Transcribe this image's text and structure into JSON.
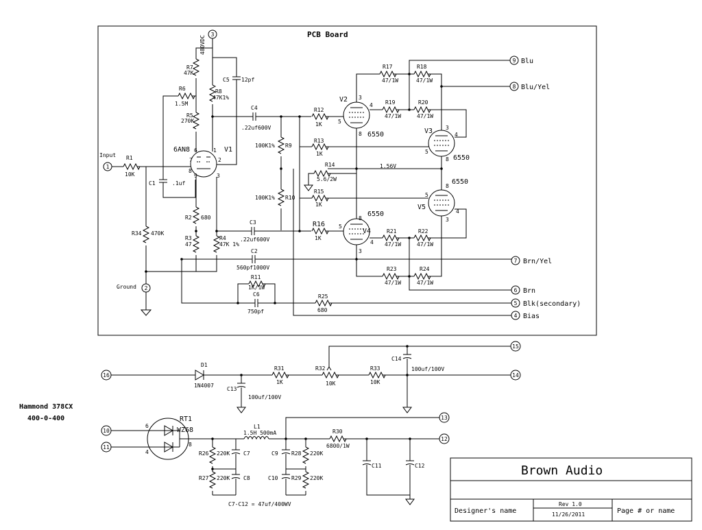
{
  "pcb_title": "PCB Board",
  "transformer": {
    "line1": "Hammond 378CX",
    "line2": "400-0-400"
  },
  "title_block": {
    "company": "Brown Audio",
    "designer": "Designer's name",
    "rev": "Rev 1.0",
    "date": "11/26/2011",
    "page": "Page # or name"
  },
  "labels": {
    "input": "Input",
    "ground": "Ground",
    "hv": "480VDC",
    "v156": "1.56V",
    "c7c12": "C7-C12 = 47uf/400WV"
  },
  "connectors": [
    {
      "num": "1",
      "label": ""
    },
    {
      "num": "2",
      "label": ""
    },
    {
      "num": "3",
      "label": ""
    },
    {
      "num": "9",
      "label": "Blu"
    },
    {
      "num": "8",
      "label": "Blu/Yel"
    },
    {
      "num": "7",
      "label": "Brn/Yel"
    },
    {
      "num": "6",
      "label": "Brn"
    },
    {
      "num": "5",
      "label": "Blk(secondary)"
    },
    {
      "num": "4",
      "label": "Bias"
    },
    {
      "num": "15",
      "label": ""
    },
    {
      "num": "16",
      "label": ""
    },
    {
      "num": "14",
      "label": ""
    },
    {
      "num": "13",
      "label": ""
    },
    {
      "num": "10",
      "label": ""
    },
    {
      "num": "11",
      "label": ""
    },
    {
      "num": "12",
      "label": ""
    }
  ],
  "tubes": {
    "v1_name": "V1",
    "v1_type": "6AN8",
    "v2_name": "V2",
    "v2_type": "6550",
    "v3_name": "V3",
    "v3_type": "6550",
    "v4_name": "V4",
    "v4_type": "6550",
    "v5_name": "V5",
    "v5_type": "6550"
  },
  "parts": {
    "R1": "R1",
    "R1v": "10K",
    "R2": "R2",
    "R2v": "680",
    "R3": "R3",
    "R3v": "47",
    "R4": "R4",
    "R4v": "47K 1%",
    "R5": "R5",
    "R5v": "270K",
    "R6": "R6",
    "R6v": "1.5M",
    "R7": "R7",
    "R7v": "47K",
    "R8": "R8",
    "R8v": "47K1%",
    "R9": "R9",
    "R9v": "100K1%",
    "R10": "R10",
    "R10v": "100K1%",
    "R11": "R11",
    "R11v": "1K/1W",
    "R12": "R12",
    "R12v": "1K",
    "R13": "R13",
    "R13v": "1K",
    "R14": "R14",
    "R14v": "5.6/2W",
    "R15": "R15",
    "R15v": "1K",
    "R16": "R16",
    "R16v": "1K",
    "R17": "R17",
    "R17v": "47/1W",
    "R18": "R18",
    "R18v": "47/1W",
    "R19": "R19",
    "R19v": "47/1W",
    "R20": "R20",
    "R20v": "47/1W",
    "R21": "R21",
    "R21v": "47/1W",
    "R22": "R22",
    "R22v": "47/1W",
    "R23": "R23",
    "R23v": "47/1W",
    "R24": "R24",
    "R24v": "47/1W",
    "R25": "R25",
    "R25v": "680",
    "R26": "R26",
    "R26v": "220K",
    "R27": "R27",
    "R27v": "220K",
    "R28": "R28",
    "R28v": "220K",
    "R29": "R29",
    "R29v": "220K",
    "R30": "R30",
    "R30v": "6800/1W",
    "R31": "R31",
    "R31v": "1K",
    "R32": "R32",
    "R32v": "10K",
    "R33": "R33",
    "R33v": "10K",
    "R34": "R34",
    "R34v": "470K",
    "C1": "C1",
    "C1v": ".1uf",
    "C2": "C2",
    "C2v": "560pf1000V",
    "C3": "C3",
    "C3v": ".22uf600V",
    "C4": "C4",
    "C4v": ".22uf600V",
    "C5": "C5",
    "C5v": "12pf",
    "C6": "C6",
    "C6v": "750pf",
    "C7": "C7",
    "C8": "C8",
    "C9": "C9",
    "C10": "C10",
    "C11": "C11",
    "C12": "C12",
    "C13": "C13",
    "C13v": "100uf/100V",
    "C14": "C14",
    "C14v": "100uf/100V",
    "D1": "D1",
    "D1v": "1N4007",
    "L1": "L1",
    "L1v": "1.5H 500mA",
    "RT1": "RT1",
    "RT1v": "WZ68"
  }
}
